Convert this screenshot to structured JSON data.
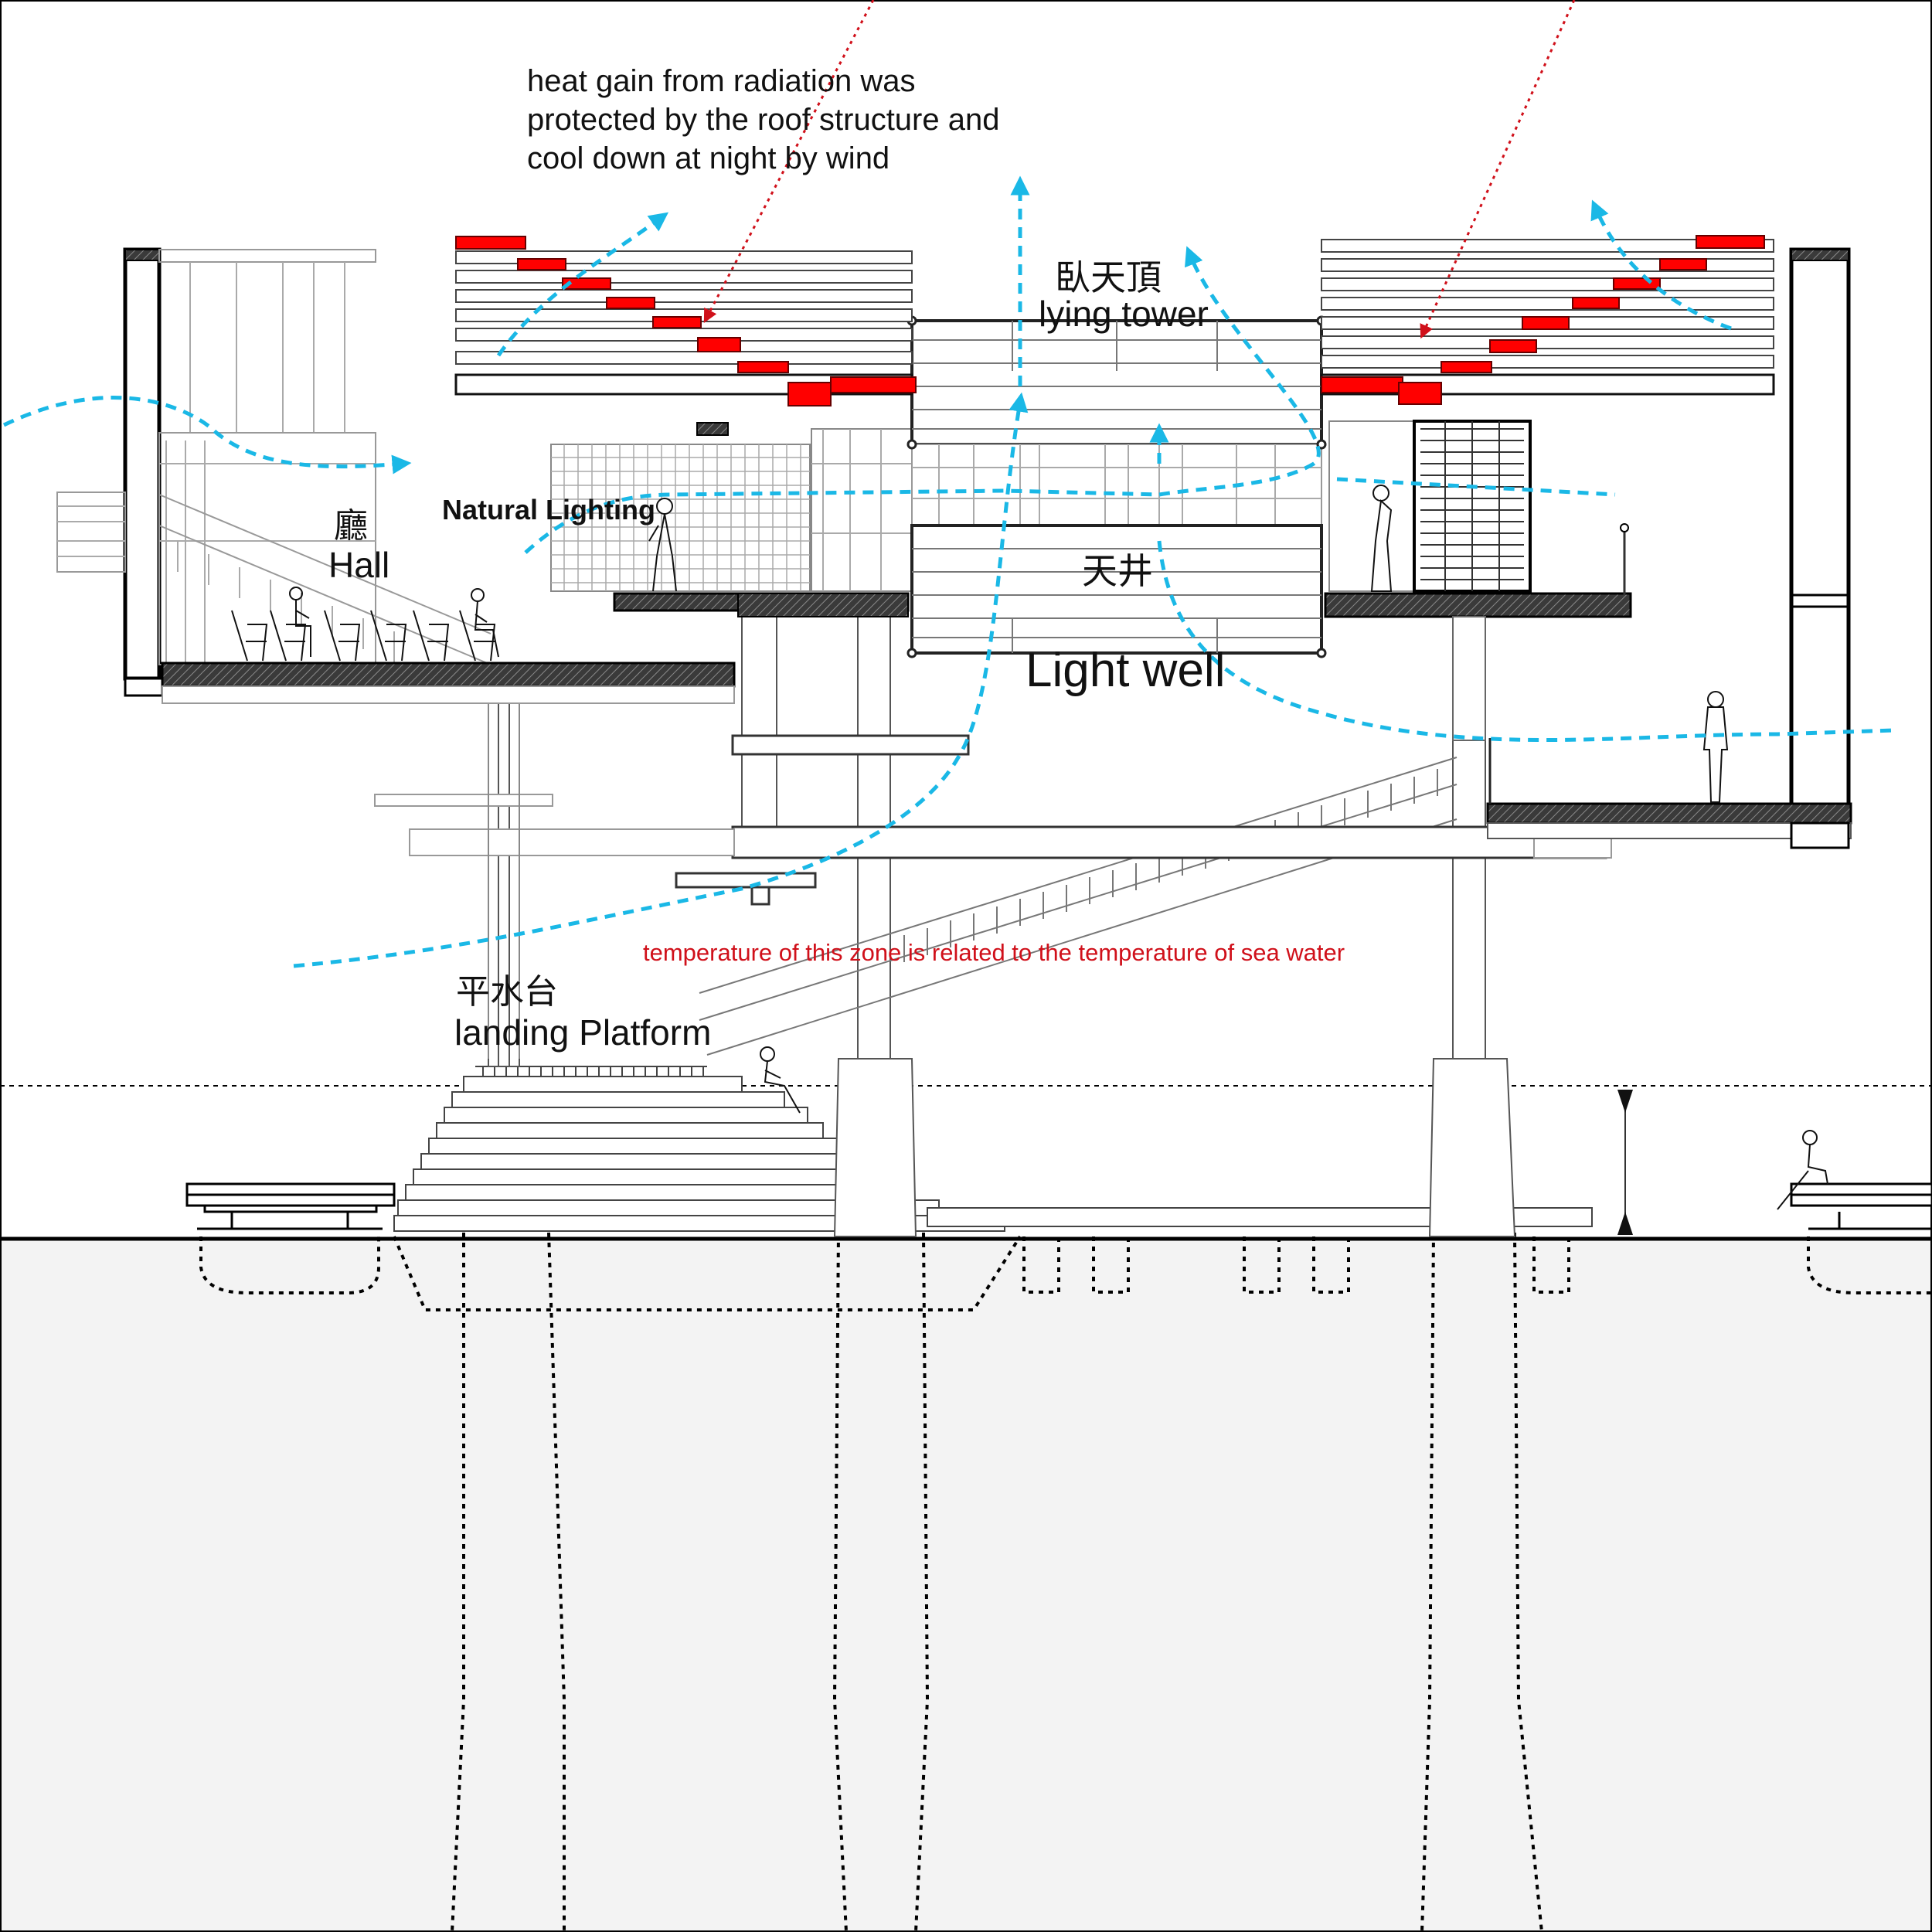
{
  "labels": {
    "radiation_note": [
      "heat gain from radiation was",
      "protected by the roof structure and",
      "cool down at night by wind"
    ],
    "lying_tower_cn": "臥天頂",
    "lying_tower_en": "lying tower",
    "hall_cn": "廳",
    "hall_en": "Hall",
    "natural_lighting": "Natural Lighting",
    "light_well_cn": "天井",
    "light_well_en": "Light well",
    "sea_zone_note": "temperature of this zone is related to the temperature of sea water",
    "landing_platform_cn": "平水台",
    "landing_platform_en": "landing Platform"
  },
  "colors": {
    "airflow": "#1ab8e6",
    "radiation": "#d0101a",
    "heat_blocks": "#ff0000",
    "structure": "#1a1a1a",
    "light_structure": "#8c8c8c",
    "seabed": "#f3f3f3"
  }
}
